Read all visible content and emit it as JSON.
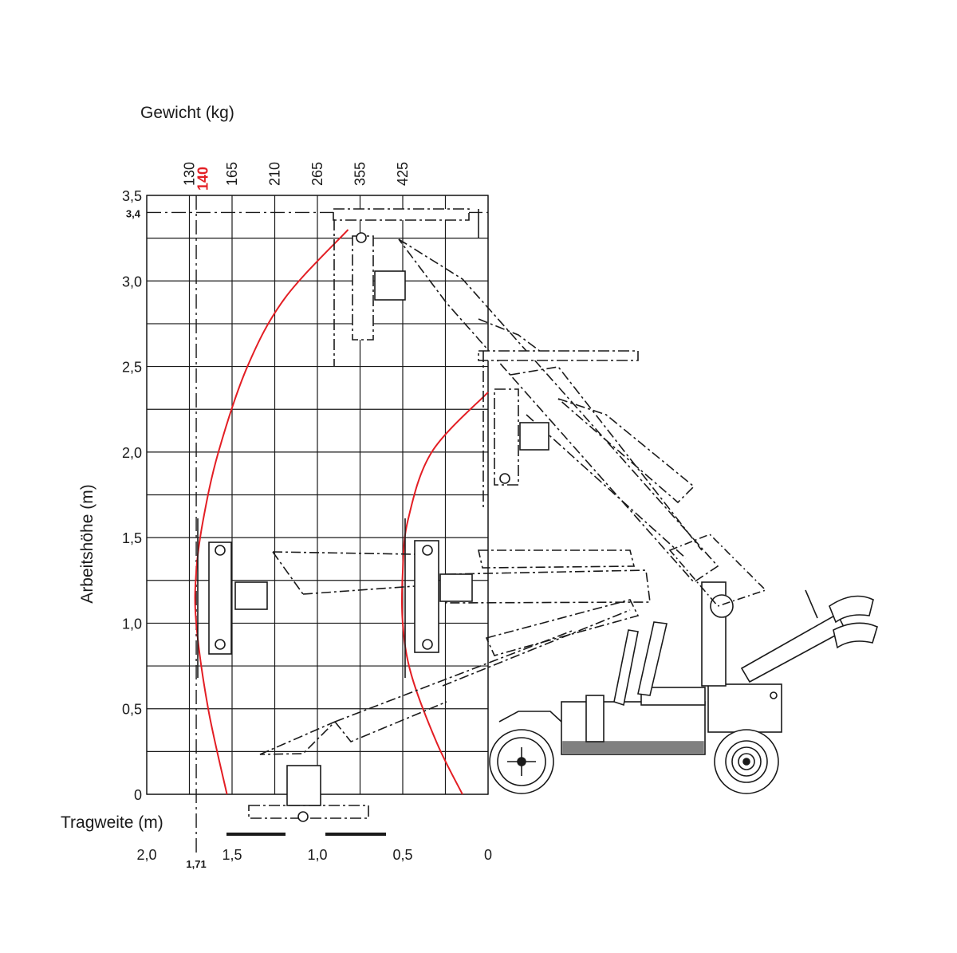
{
  "labels": {
    "weight_axis": "Gewicht (kg)",
    "height_axis": "Arbeitshöhe (m)",
    "reach_axis": "Tragweite (m)"
  },
  "colors": {
    "grid": "#1a1a1a",
    "curve": "#e31e24",
    "highlight": "#e31e24",
    "machine": "#1a1a1a"
  },
  "chart_data": {
    "type": "line",
    "x_axis": {
      "label": "Tragweite (m)",
      "range": [
        2.0,
        0
      ],
      "tick_labels": [
        {
          "value": 2.0,
          "label": "2,0"
        },
        {
          "value": 1.5,
          "label": "1,5"
        },
        {
          "value": 1.0,
          "label": "1,0"
        },
        {
          "value": 0.5,
          "label": "0,5"
        },
        {
          "value": 0,
          "label": "0"
        }
      ],
      "highlight": {
        "value": 1.71,
        "label": "1,71"
      }
    },
    "y_axis": {
      "label": "Arbeitshöhe (m)",
      "range": [
        0,
        3.5
      ],
      "tick_labels": [
        {
          "value": 0,
          "label": "0"
        },
        {
          "value": 0.5,
          "label": "0,5"
        },
        {
          "value": 1.0,
          "label": "1,0"
        },
        {
          "value": 1.5,
          "label": "1,5"
        },
        {
          "value": 2.0,
          "label": "2,0"
        },
        {
          "value": 2.5,
          "label": "2,5"
        },
        {
          "value": 3.0,
          "label": "3,0"
        },
        {
          "value": 3.5,
          "label": "3,5"
        }
      ],
      "highlight": {
        "value": 3.4,
        "label": "3,4"
      }
    },
    "weight_axis": {
      "label": "Gewicht (kg)",
      "ticks": [
        {
          "reach": 1.75,
          "label": "130"
        },
        {
          "reach": 1.5,
          "label": "165"
        },
        {
          "reach": 1.25,
          "label": "210"
        },
        {
          "reach": 1.0,
          "label": "265"
        },
        {
          "reach": 0.75,
          "label": "355"
        },
        {
          "reach": 0.5,
          "label": "425"
        }
      ],
      "highlight": {
        "reach": 1.67,
        "label": "140",
        "color": "#e31e24"
      }
    },
    "grid": true,
    "series": [
      {
        "color": "#e31e24",
        "points": [
          [
            1.53,
            0.0
          ],
          [
            1.64,
            0.5
          ],
          [
            1.71,
            1.0
          ],
          [
            1.71,
            1.3
          ],
          [
            1.67,
            1.6
          ],
          [
            1.58,
            2.0
          ],
          [
            1.41,
            2.5
          ],
          [
            1.19,
            2.9
          ],
          [
            0.82,
            3.3
          ]
        ]
      },
      {
        "color": "#e31e24",
        "points": [
          [
            0.15,
            0.0
          ],
          [
            0.3,
            0.3
          ],
          [
            0.45,
            0.7
          ],
          [
            0.5,
            1.0
          ],
          [
            0.5,
            1.3
          ],
          [
            0.47,
            1.6
          ],
          [
            0.33,
            2.0
          ],
          [
            0.0,
            2.35
          ]
        ]
      }
    ]
  }
}
